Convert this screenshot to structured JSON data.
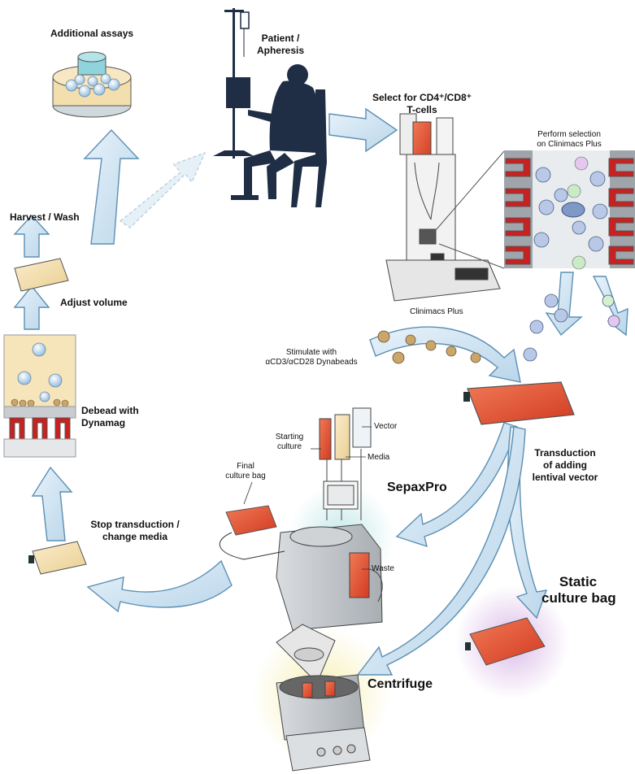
{
  "labels": {
    "additional_assays": "Additional assays",
    "patient_line1": "Patient /",
    "patient_line2": "Apheresis",
    "select_line1": "Select for CD4⁺/CD8⁺",
    "select_line2": "T-cells",
    "perform_line1": "Perform selection",
    "perform_line2": "on Clinimacs Plus",
    "clinimacs_plus": "Clinimacs Plus",
    "stimulate_line1": "Stimulate with",
    "stimulate_line2": "αCD3/αCD28 Dynabeads",
    "transduction_line1": "Transduction",
    "transduction_line2": "of adding",
    "transduction_line3": "lentival vector",
    "vector": "Vector",
    "starting_line1": "Starting",
    "starting_line2": "culture",
    "media": "Media",
    "final_line1": "Final",
    "final_line2": "culture bag",
    "sepaxpro": "SepaxPro",
    "waste": "Waste",
    "static_line1": "Static",
    "static_line2": "culture bag",
    "centrifuge": "Centrifuge",
    "stop_line1": "Stop transduction /",
    "stop_line2": "change media",
    "debead_line1": "Debead with",
    "debead_line2": "Dynamag",
    "adjust_volume": "Adjust volume",
    "harvest_wash": "Harvest / Wash"
  },
  "colors": {
    "arrow_fill": "#cfe4f2",
    "arrow_stroke": "#5c8fb3",
    "bag_red": "#e0482d",
    "bag_cream": "#f2dca8",
    "silhouette": "#1f2d45",
    "magnet_red": "#c92020",
    "glow_teal": "#bfe6e6",
    "glow_purple": "#d9b8e6",
    "glow_yellow": "#f6efb0"
  }
}
